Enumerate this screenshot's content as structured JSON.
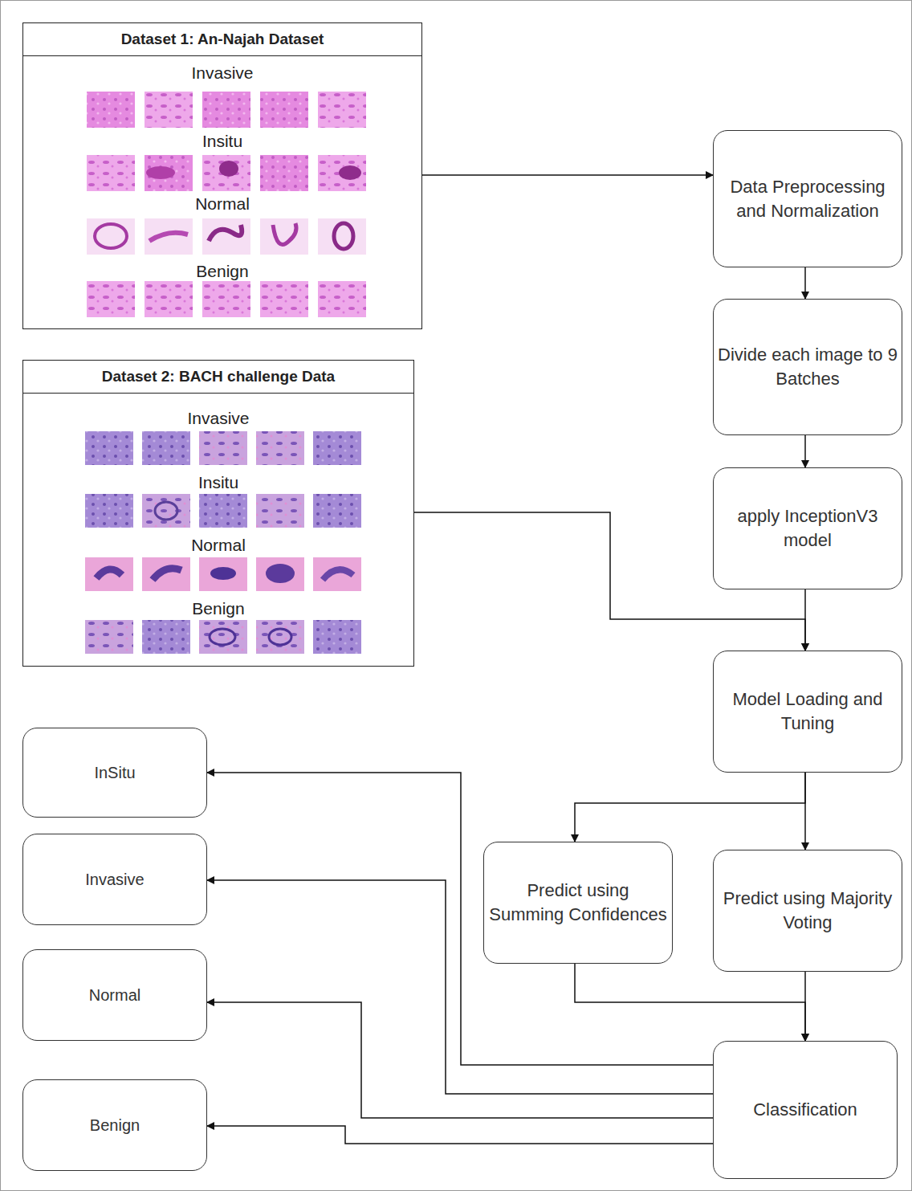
{
  "diagram": {
    "nodes": [
      {
        "text": [
          "Dataset 1: An-Najah Dataset",
          "Invasive",
          "Insitu",
          "Normal",
          "Benign"
        ]
      },
      {
        "text": [
          "Dataset 2: BACH challenge Data",
          "Invasive",
          "Insitu",
          "Normal",
          "Benign"
        ]
      },
      {
        "text": [
          "Data Preprocessing and Normalization"
        ]
      },
      {
        "text": [
          "Divide each image to 9 Batches"
        ]
      },
      {
        "text": [
          "apply InceptionV3 model"
        ]
      },
      {
        "text": [
          "Model Loading and Tuning"
        ]
      },
      {
        "text": [
          "Predict using Summing Confidences"
        ]
      },
      {
        "text": [
          "Predict using Majority Voting"
        ]
      },
      {
        "text": [
          "Classification"
        ]
      },
      {
        "text": [
          "InSitu"
        ]
      },
      {
        "text": [
          "Invasive"
        ]
      },
      {
        "text": [
          "Normal"
        ]
      },
      {
        "text": [
          "Benign"
        ]
      }
    ],
    "edges": [
      {
        "from": 0,
        "to": 2,
        "arrow": "to"
      },
      {
        "from": 2,
        "to": 3,
        "arrow": "to"
      },
      {
        "from": 3,
        "to": 4,
        "arrow": "to"
      },
      {
        "from": 1,
        "to": 5,
        "arrow": "to"
      },
      {
        "from": 4,
        "to": 5,
        "arrow": "to"
      },
      {
        "from": 5,
        "to": 6,
        "arrow": "to"
      },
      {
        "from": 5,
        "to": 7,
        "arrow": "to"
      },
      {
        "from": 6,
        "to": 8,
        "arrow": "to"
      },
      {
        "from": 7,
        "to": 8,
        "arrow": "to"
      },
      {
        "from": 8,
        "to": 9,
        "arrow": "to"
      },
      {
        "from": 8,
        "to": 10,
        "arrow": "to"
      },
      {
        "from": 8,
        "to": 11,
        "arrow": "to"
      },
      {
        "from": 8,
        "to": 12,
        "arrow": "to"
      }
    ]
  }
}
